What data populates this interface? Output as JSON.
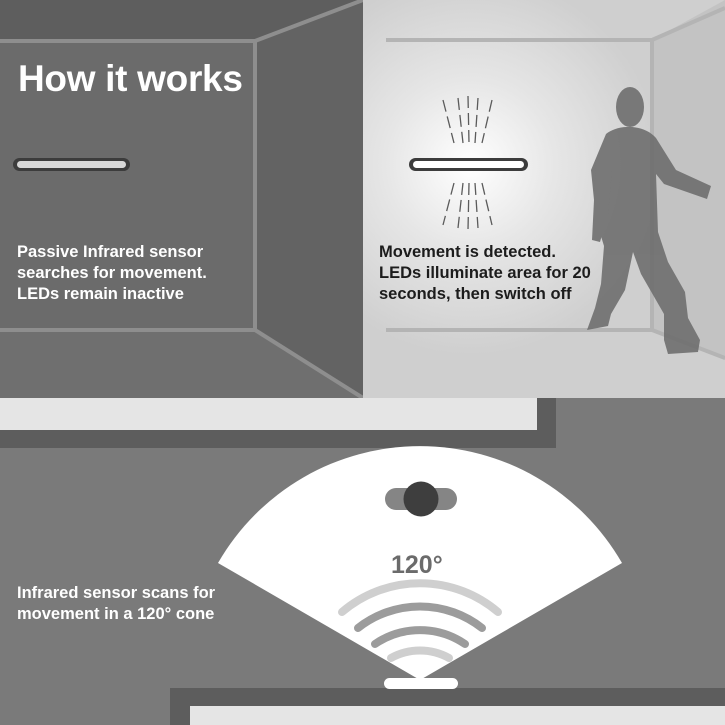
{
  "title": "How it works",
  "panels": {
    "inactive": {
      "caption": "Passive Infrared sensor\nsearches for movement.\nLEDs remain inactive"
    },
    "detected": {
      "caption": "Movement is detected.\nLEDs illuminate area for 20\nseconds, then switch off"
    },
    "scan": {
      "caption": "Infrared sensor scans for\nmovement in a 120° cone",
      "angle_label": "120°"
    }
  },
  "icons": [
    "led-light-bar-icon",
    "walking-person-icon",
    "motion-sensor-icon",
    "motion-wave-icon"
  ],
  "colors": {
    "dark_room": "#6a6a6a",
    "lit_room": "#d0d0d0",
    "cone": "#ffffff",
    "text_light": "#ffffff",
    "text_dark": "#1c1c1c"
  }
}
